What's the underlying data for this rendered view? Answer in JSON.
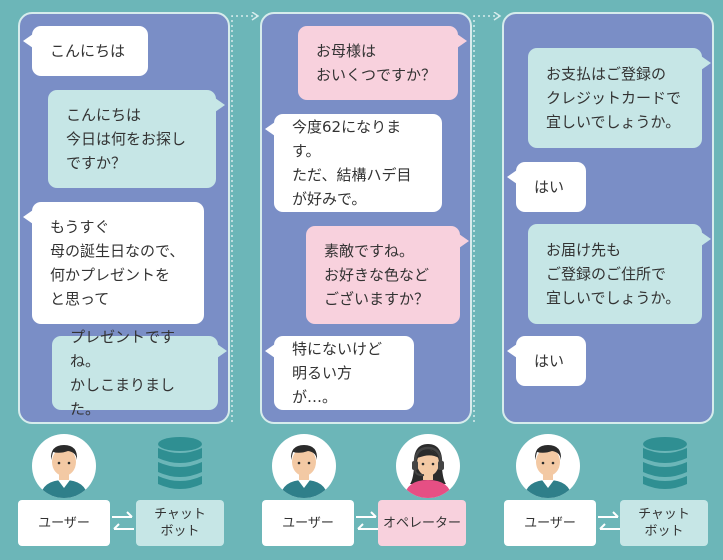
{
  "panel1": {
    "b1": "こんにちは",
    "b2": "こんにちは\n今日は何をお探し\nですか？",
    "b3": "もうすぐ\n母の誕生日なので、\n何かプレゼントを\nと思って",
    "b4": "プレゼントですね。\nかしこまりました。",
    "user_label": "ユーザー",
    "bot_label": "チャット\nボット"
  },
  "panel2": {
    "b1": "お母様は\nおいくつですか？",
    "b2": "今度62になります。\nただ、結構ハデ目\nが好みで。",
    "b3": "素敵ですね。\nお好きな色など\nございますか？",
    "b4": "特にないけど\n明るい方が…。",
    "user_label": "ユーザー",
    "operator_label": "オペレーター"
  },
  "panel3": {
    "b1": "お支払はご登録の\nクレジットカードで\n宜しいでしょうか。",
    "b2": "はい",
    "b3": "お届け先も\nご登録のご住所で\n宜しいでしょうか。",
    "b4": "はい",
    "user_label": "ユーザー",
    "bot_label": "チャット\nボット"
  },
  "icons": [
    "user-avatar-icon",
    "database-icon",
    "operator-headset-icon",
    "arrows-icon",
    "dotted-arrow-icon"
  ],
  "colors": {
    "background": "#6cb6b8",
    "panel": "#7a8ec6",
    "bot_bubble": "#c6e6e6",
    "operator_bubble": "#f8d1dd",
    "user_bubble": "#ffffff",
    "database": "#2f8f92"
  }
}
